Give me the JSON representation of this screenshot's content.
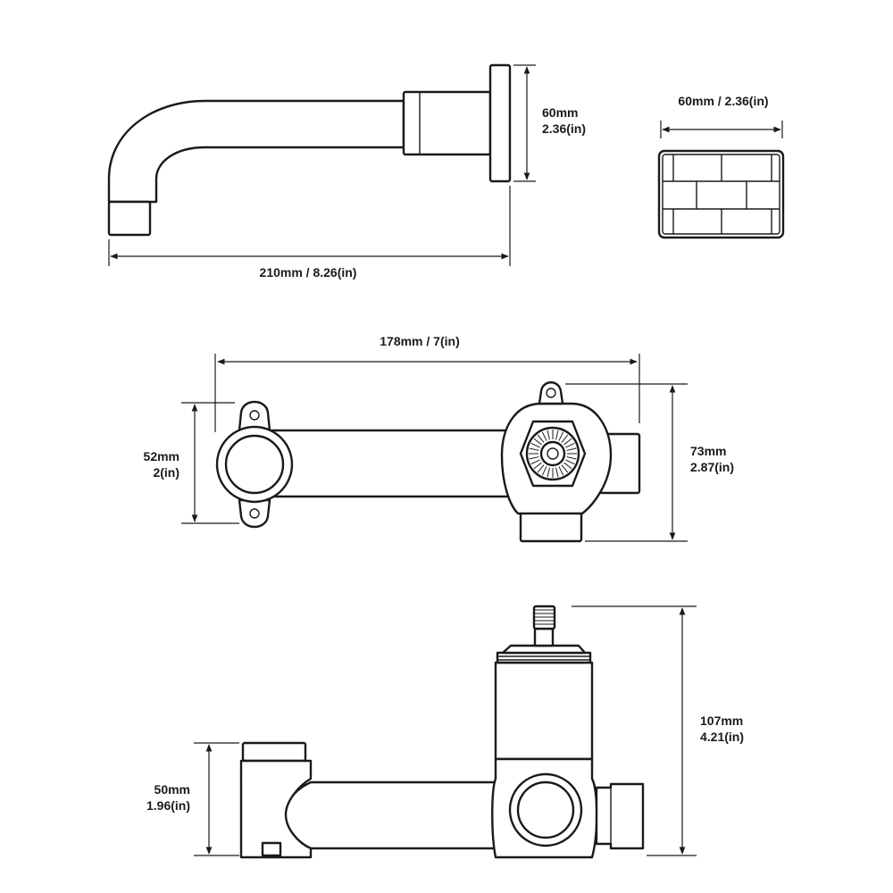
{
  "colors": {
    "line": "#1a1a1a",
    "background": "#ffffff"
  },
  "spout": {
    "length_label": "210mm / 8.26(in)",
    "height_label_mm": "60mm",
    "height_label_in": "2.36(in)"
  },
  "plate": {
    "width_label": "60mm / 2.36(in)"
  },
  "body_top": {
    "length_label": "178mm / 7(in)",
    "inlet_label_mm": "52mm",
    "inlet_label_in": "2(in)",
    "height_label_mm": "73mm",
    "height_label_in": "2.87(in)"
  },
  "body_side": {
    "inlet_label_mm": "50mm",
    "inlet_label_in": "1.96(in)",
    "height_label_mm": "107mm",
    "height_label_in": "4.21(in)"
  }
}
